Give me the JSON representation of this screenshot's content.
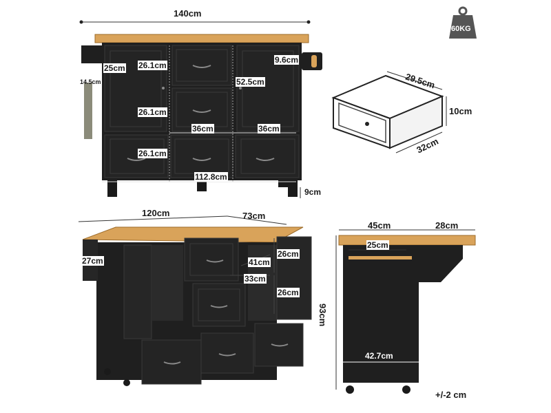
{
  "colors": {
    "cabinet": "#1f1f1f",
    "cabinet_edge": "#3a3a3a",
    "wood_top": "#d9a35a",
    "handle": "#8a8a8a"
  },
  "weight_badge": {
    "text": "60KG",
    "icon": "weight-icon"
  },
  "front_view": {
    "total_width": "140cm",
    "left_cabinet_height": "25cm",
    "towel_rack_depth": "14.5cm",
    "drawer_height_1": "26.1cm",
    "drawer_height_2": "26.1cm",
    "drawer_height_3": "26.1cm",
    "side_hook_height": "9.6cm",
    "right_cabinet_height": "52.5cm",
    "drawer_width_left": "36cm",
    "drawer_width_right": "36cm",
    "inner_width": "112.8cm",
    "caster_height": "9cm"
  },
  "drawer_detail": {
    "width": "29.5cm",
    "height": "10cm",
    "depth": "32cm"
  },
  "perspective_view": {
    "length": "120cm",
    "depth": "73cm",
    "rack_height": "27cm",
    "shelf_height_top": "26cm",
    "shelf_height_bottom": "26cm",
    "shelf_width": "41cm",
    "shelf_depth": "33cm"
  },
  "side_view": {
    "cabinet_depth": "45cm",
    "overhang": "28cm",
    "rail_width": "25cm",
    "total_height": "93cm",
    "bottom_depth": "42.7cm"
  },
  "tolerance_note": "+/-2 cm"
}
